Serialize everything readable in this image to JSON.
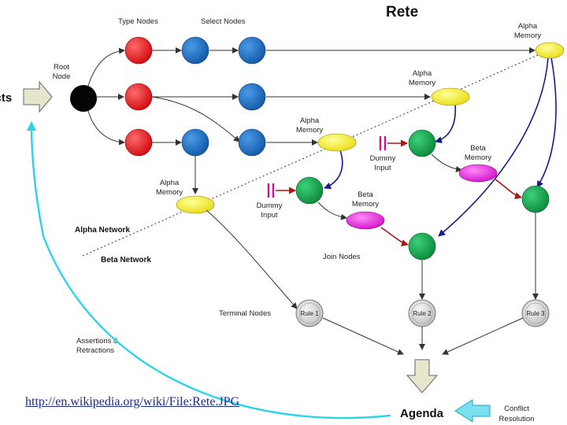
{
  "title": "Rete",
  "labels": {
    "facts": "Facts",
    "root_node": [
      "Root",
      "Node"
    ],
    "type_nodes": "Type Nodes",
    "select_nodes": "Select Nodes",
    "alpha_memory": [
      "Alpha",
      "Memory"
    ],
    "beta_memory": [
      "Beta",
      "Memory"
    ],
    "dummy_input": [
      "Dummy",
      "Input"
    ],
    "alpha_network": "Alpha Network",
    "beta_network": "Beta Network",
    "join_nodes": "Join Nodes",
    "terminal_nodes": "Terminal Nodes",
    "rules": [
      "Rule 1",
      "Rule 2",
      "Rule 3"
    ],
    "assertions": [
      "Assertions &",
      "Retractions"
    ],
    "agenda": "Agenda",
    "conflict_resolution": [
      "Conflict",
      "Resolution"
    ]
  },
  "link": "http://en.wikipedia.org/wiki/File:Rete.JPG",
  "colors": {
    "type_node": "#e8141a",
    "select_node": "#1a6fc4",
    "alpha_memory": "#f5f01e",
    "beta_memory": "#e81ee0",
    "join_node": "#14a84a",
    "terminal_node": "#d4d4d4",
    "dummy_input": "#c8148a",
    "feedback_arrow": "#2ad4e8",
    "memory_arrow": "#1a1a8a",
    "beta_arrow": "#b01414"
  }
}
